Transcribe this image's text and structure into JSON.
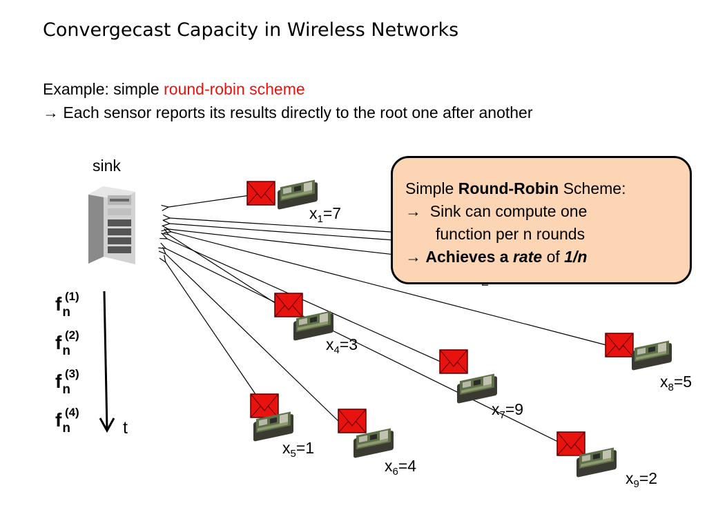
{
  "title": "Convergecast Capacity in Wireless Networks",
  "example": {
    "prefix": "Example: simple ",
    "highlight": "round-robin scheme"
  },
  "arrow_line": {
    "arrow": "→",
    "text": " Each sensor reports its results directly to the root one after another"
  },
  "sink_label": "sink",
  "callout": {
    "line1_a": "Simple ",
    "line1_b": "Round-Robin",
    "line1_c": " Scheme:",
    "line2_arrow": "→",
    "line2_text": "Sink can compute one",
    "line3": "function per n rounds",
    "line4_arrow": "→",
    "line4_a": "Achieves a ",
    "line4_b": "rate",
    "line4_c": " of ",
    "line4_d": "1/n"
  },
  "functions": [
    {
      "f": "f",
      "sub": "n",
      "sup": "(1)"
    },
    {
      "f": "f",
      "sub": "n",
      "sup": "(2)"
    },
    {
      "f": "f",
      "sub": "n",
      "sup": "(3)"
    },
    {
      "f": "f",
      "sub": "n",
      "sup": "(4)"
    }
  ],
  "time_label": "t",
  "sensors": [
    {
      "var": "x",
      "idx": "1",
      "val": "=7"
    },
    {
      "var": "x",
      "idx": "4",
      "val": "=3"
    },
    {
      "var": "x",
      "idx": "5",
      "val": "=1"
    },
    {
      "var": "x",
      "idx": "6",
      "val": "=4"
    },
    {
      "var": "x",
      "idx": "7",
      "val": "=9"
    },
    {
      "var": "x",
      "idx": "8",
      "val": "=5"
    },
    {
      "var": "x",
      "idx": "9",
      "val": "=2"
    }
  ],
  "colors": {
    "envelope": "#e8130f",
    "callout_bg": "#fcd5b4",
    "highlight": "#e8130f"
  }
}
